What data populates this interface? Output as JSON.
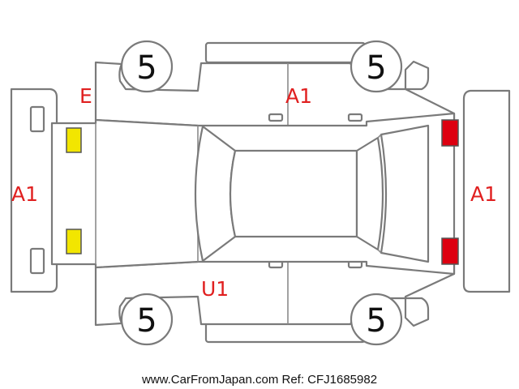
{
  "tire_tread": {
    "front_left": "5",
    "front_right": "5",
    "rear_left": "5",
    "rear_right": "5"
  },
  "damage_codes": {
    "front_bumper": "A1",
    "rear_bumper": "A1",
    "right_side_doors": "A1",
    "right_front": "E",
    "left_side_doors": "U1"
  },
  "lamp_colors": {
    "front": "#f2e600",
    "rear": "#dd0010"
  },
  "footer": "www.CarFromJapan.com Ref: CFJ1685982"
}
